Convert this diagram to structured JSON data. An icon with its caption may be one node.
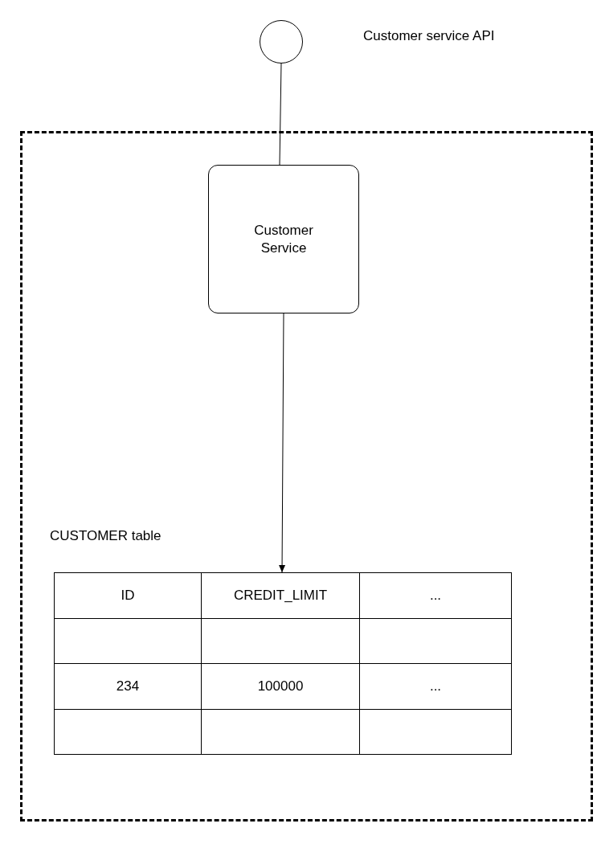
{
  "diagram": {
    "nodes": [
      {
        "text": [],
        "shape": "circle"
      },
      {
        "text": [],
        "shape": "box"
      },
      {
        "text": [
          "Customer Service"
        ],
        "in": 1
      },
      {
        "text": [
          "CUSTOMER table"
        ],
        "in": 1
      }
    ],
    "edges": [
      {
        "from": 0,
        "to": 2,
        "arrow": "none"
      },
      {
        "from": 2,
        "to": 3,
        "arrow": "to"
      }
    ],
    "labels": [
      "Customer service API",
      "ID",
      "CREDIT_LIMIT",
      "...",
      "234",
      "100000",
      "..."
    ]
  }
}
